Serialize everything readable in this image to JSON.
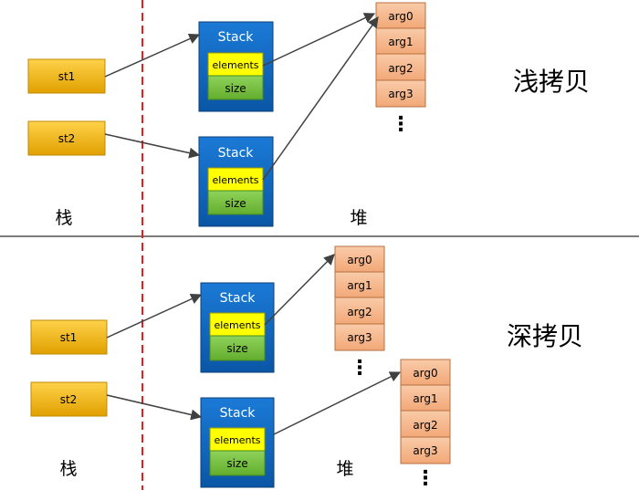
{
  "labels": {
    "shallow_copy": "浅拷贝",
    "deep_copy": "深拷贝",
    "stack_region": "栈",
    "heap_region": "堆"
  },
  "variables": {
    "st1": "st1",
    "st2": "st2"
  },
  "stack_object": {
    "title": "Stack",
    "field_elements": "elements",
    "field_size": "size"
  },
  "array_items": [
    "arg0",
    "arg1",
    "arg2",
    "arg3"
  ],
  "ellipsis": "⋮",
  "colors": {
    "var_fill": "#f0b400",
    "stack_fill": "#1068c0",
    "elements_fill": "#ffff00",
    "size_fill": "#7ac143",
    "array_fill": "#f5b88f",
    "arrow": "#404040",
    "divider_dashed": "#e02020"
  }
}
